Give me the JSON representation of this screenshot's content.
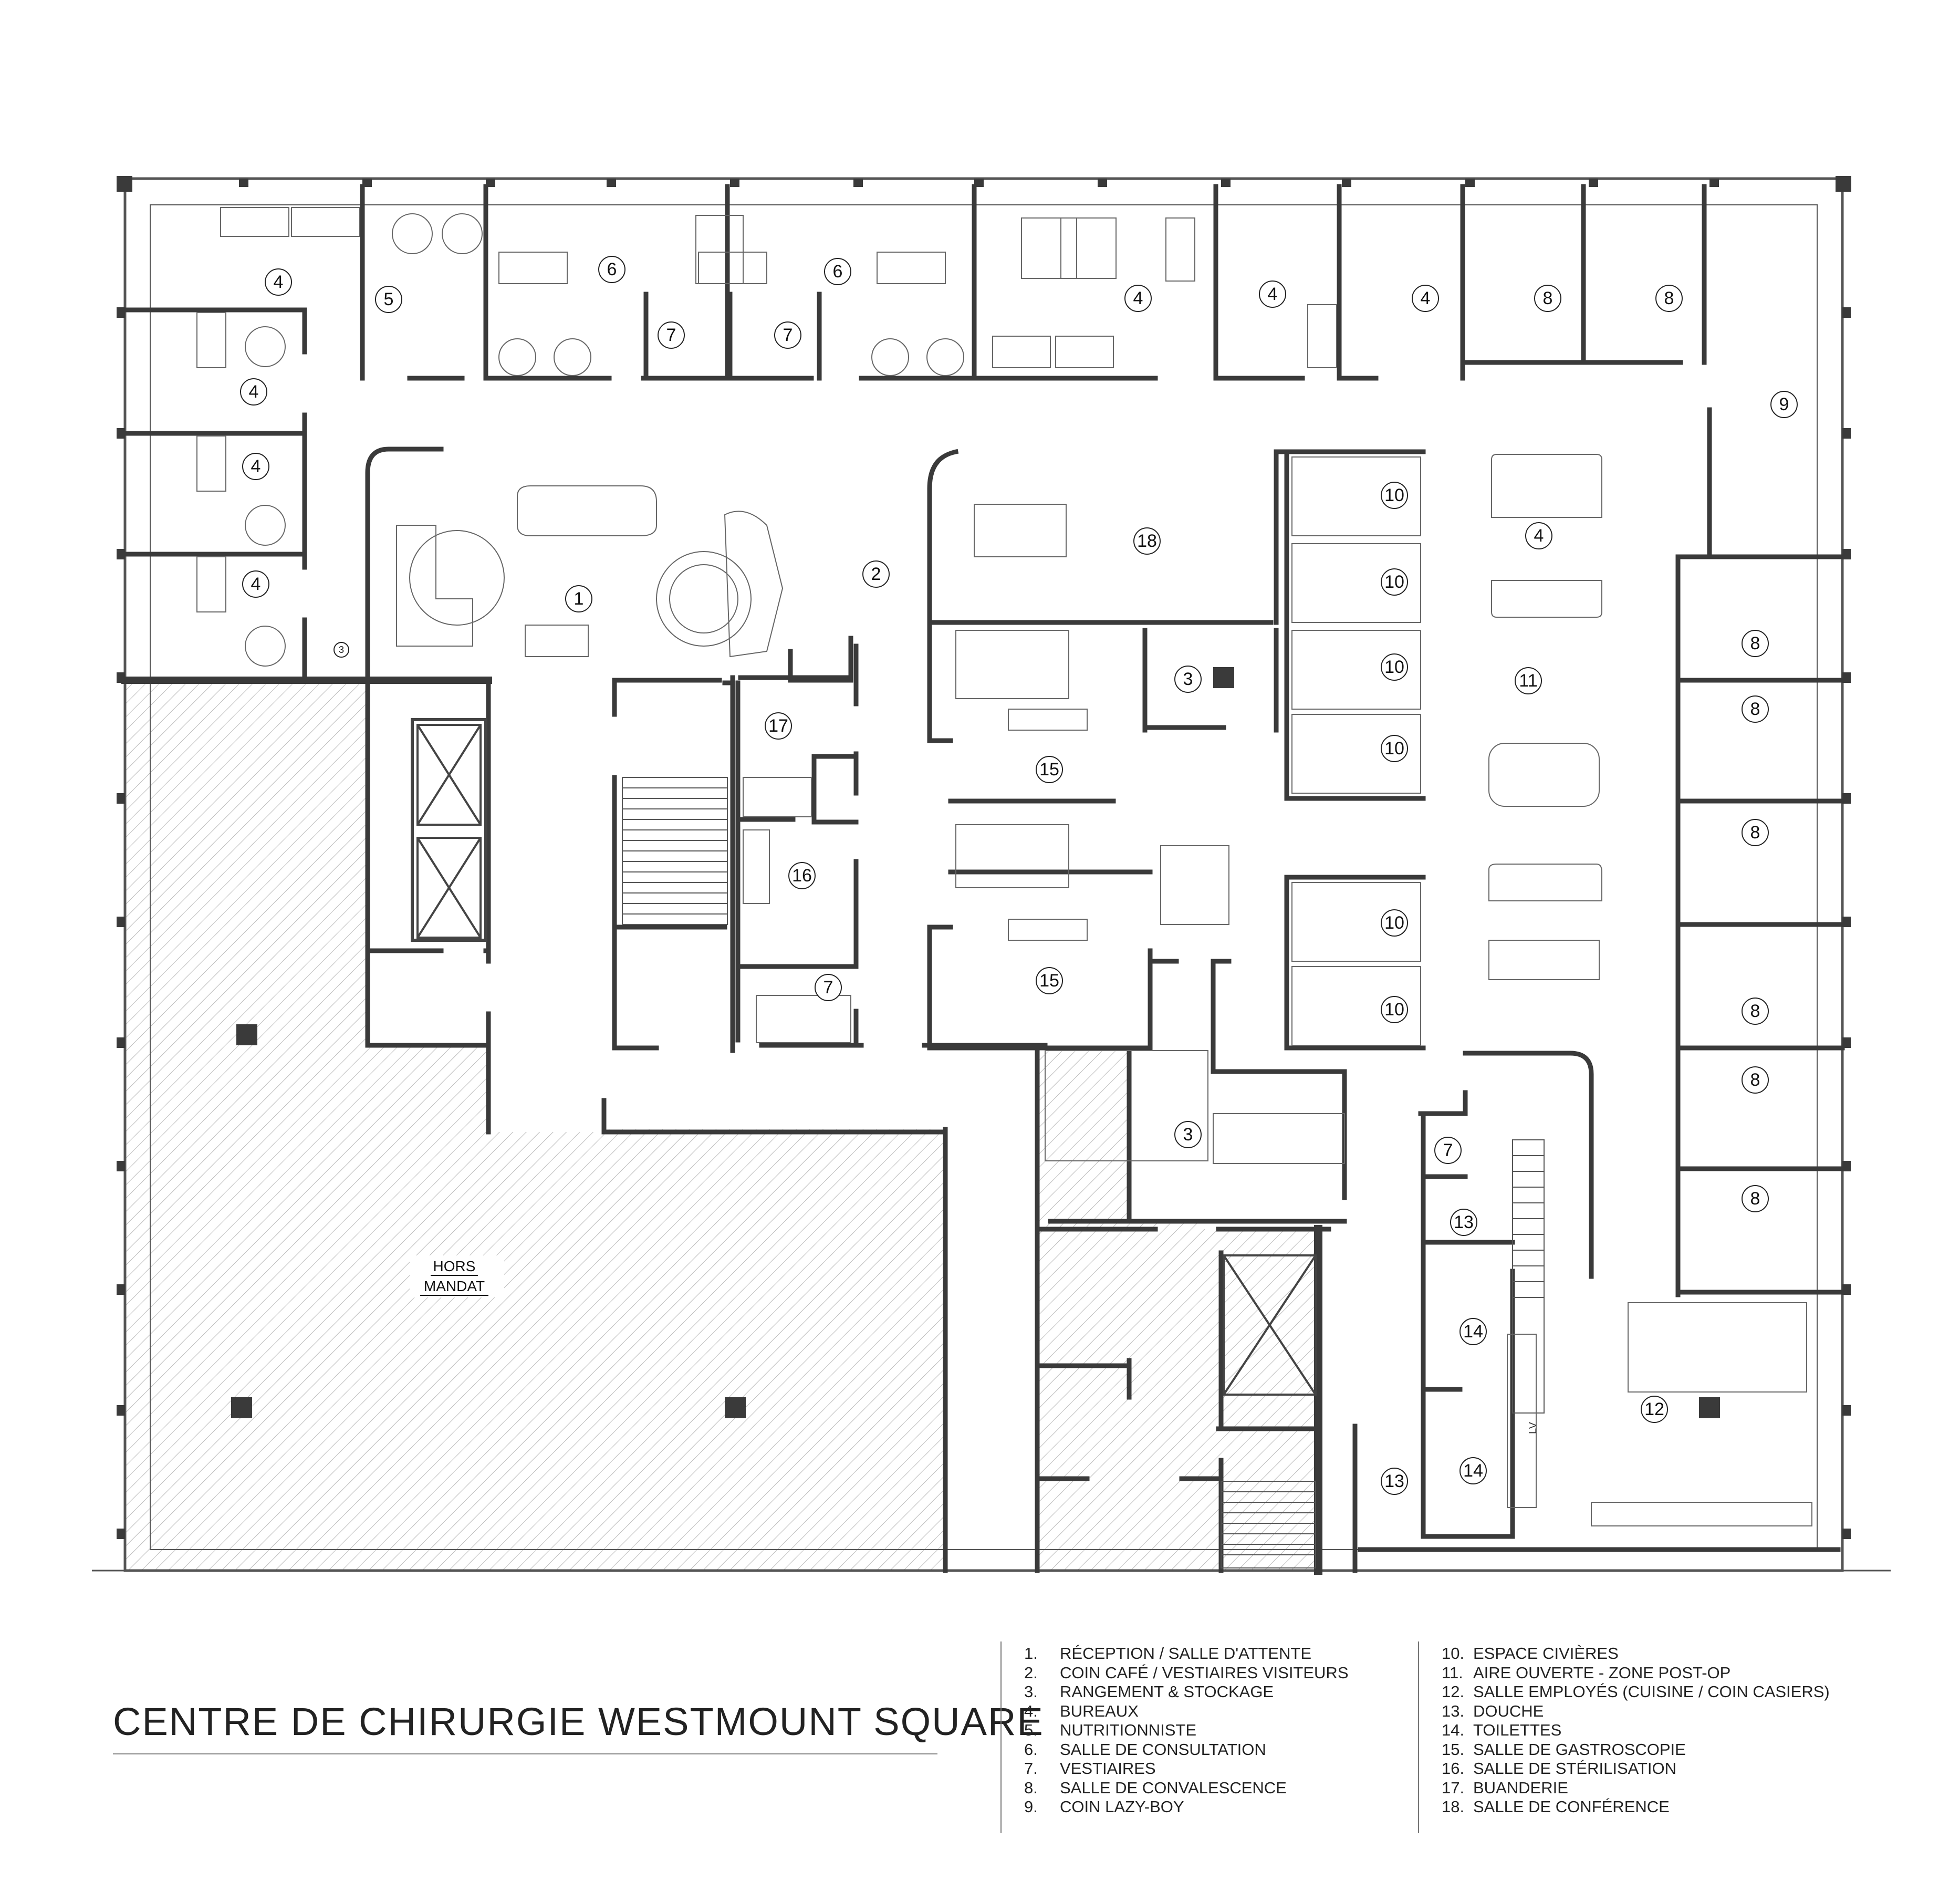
{
  "title": "CENTRE DE CHIRURGIE WESTMOUNT SQUARE",
  "hors_mandat": [
    "HORS",
    "MANDAT"
  ],
  "sink_label": "LV",
  "legend": [
    [
      {
        "num": "1.",
        "text": "RÉCEPTION / SALLE D'ATTENTE"
      },
      {
        "num": "2.",
        "text": "COIN CAFÉ / VESTIAIRES VISITEURS"
      },
      {
        "num": "3.",
        "text": "RANGEMENT & STOCKAGE"
      },
      {
        "num": "4.",
        "text": "BUREAUX"
      },
      {
        "num": "5.",
        "text": "NUTRITIONNISTE"
      },
      {
        "num": "6.",
        "text": "SALLE DE CONSULTATION"
      },
      {
        "num": "7.",
        "text": "VESTIAIRES"
      },
      {
        "num": "8.",
        "text": "SALLE DE CONVALESCENCE"
      },
      {
        "num": "9.",
        "text": "COIN LAZY-BOY"
      }
    ],
    [
      {
        "num": "10.",
        "text": "ESPACE CIVIÈRES"
      },
      {
        "num": "11.",
        "text": "AIRE OUVERTE - ZONE POST-OP"
      },
      {
        "num": "12.",
        "text": "SALLE EMPLOYÉS (CUISINE / COIN CASIERS)"
      },
      {
        "num": "13.",
        "text": "DOUCHE"
      },
      {
        "num": "14.",
        "text": "TOILETTES"
      },
      {
        "num": "15.",
        "text": "SALLE DE GASTROSCOPIE"
      },
      {
        "num": "16.",
        "text": "SALLE DE STÉRILISATION"
      },
      {
        "num": "17.",
        "text": "BUANDERIE"
      },
      {
        "num": "18.",
        "text": "SALLE DE CONFÉRENCE"
      }
    ]
  ],
  "room_tags": [
    "4",
    "5",
    "6",
    "6",
    "7",
    "7",
    "4",
    "4",
    "4",
    "8",
    "8",
    "9",
    "4",
    "4",
    "4",
    "3",
    "1",
    "2",
    "18",
    "10",
    "10",
    "10",
    "10",
    "4",
    "11",
    "8",
    "8",
    "8",
    "8",
    "8",
    "8",
    "3",
    "15",
    "17",
    "16",
    "15",
    "10",
    "10",
    "7",
    "3",
    "7",
    "13",
    "14",
    "12",
    "13",
    "14"
  ],
  "colors": {
    "wall": "#3a3a3a",
    "line": "#555555",
    "hatch": "#b8b8b8"
  }
}
